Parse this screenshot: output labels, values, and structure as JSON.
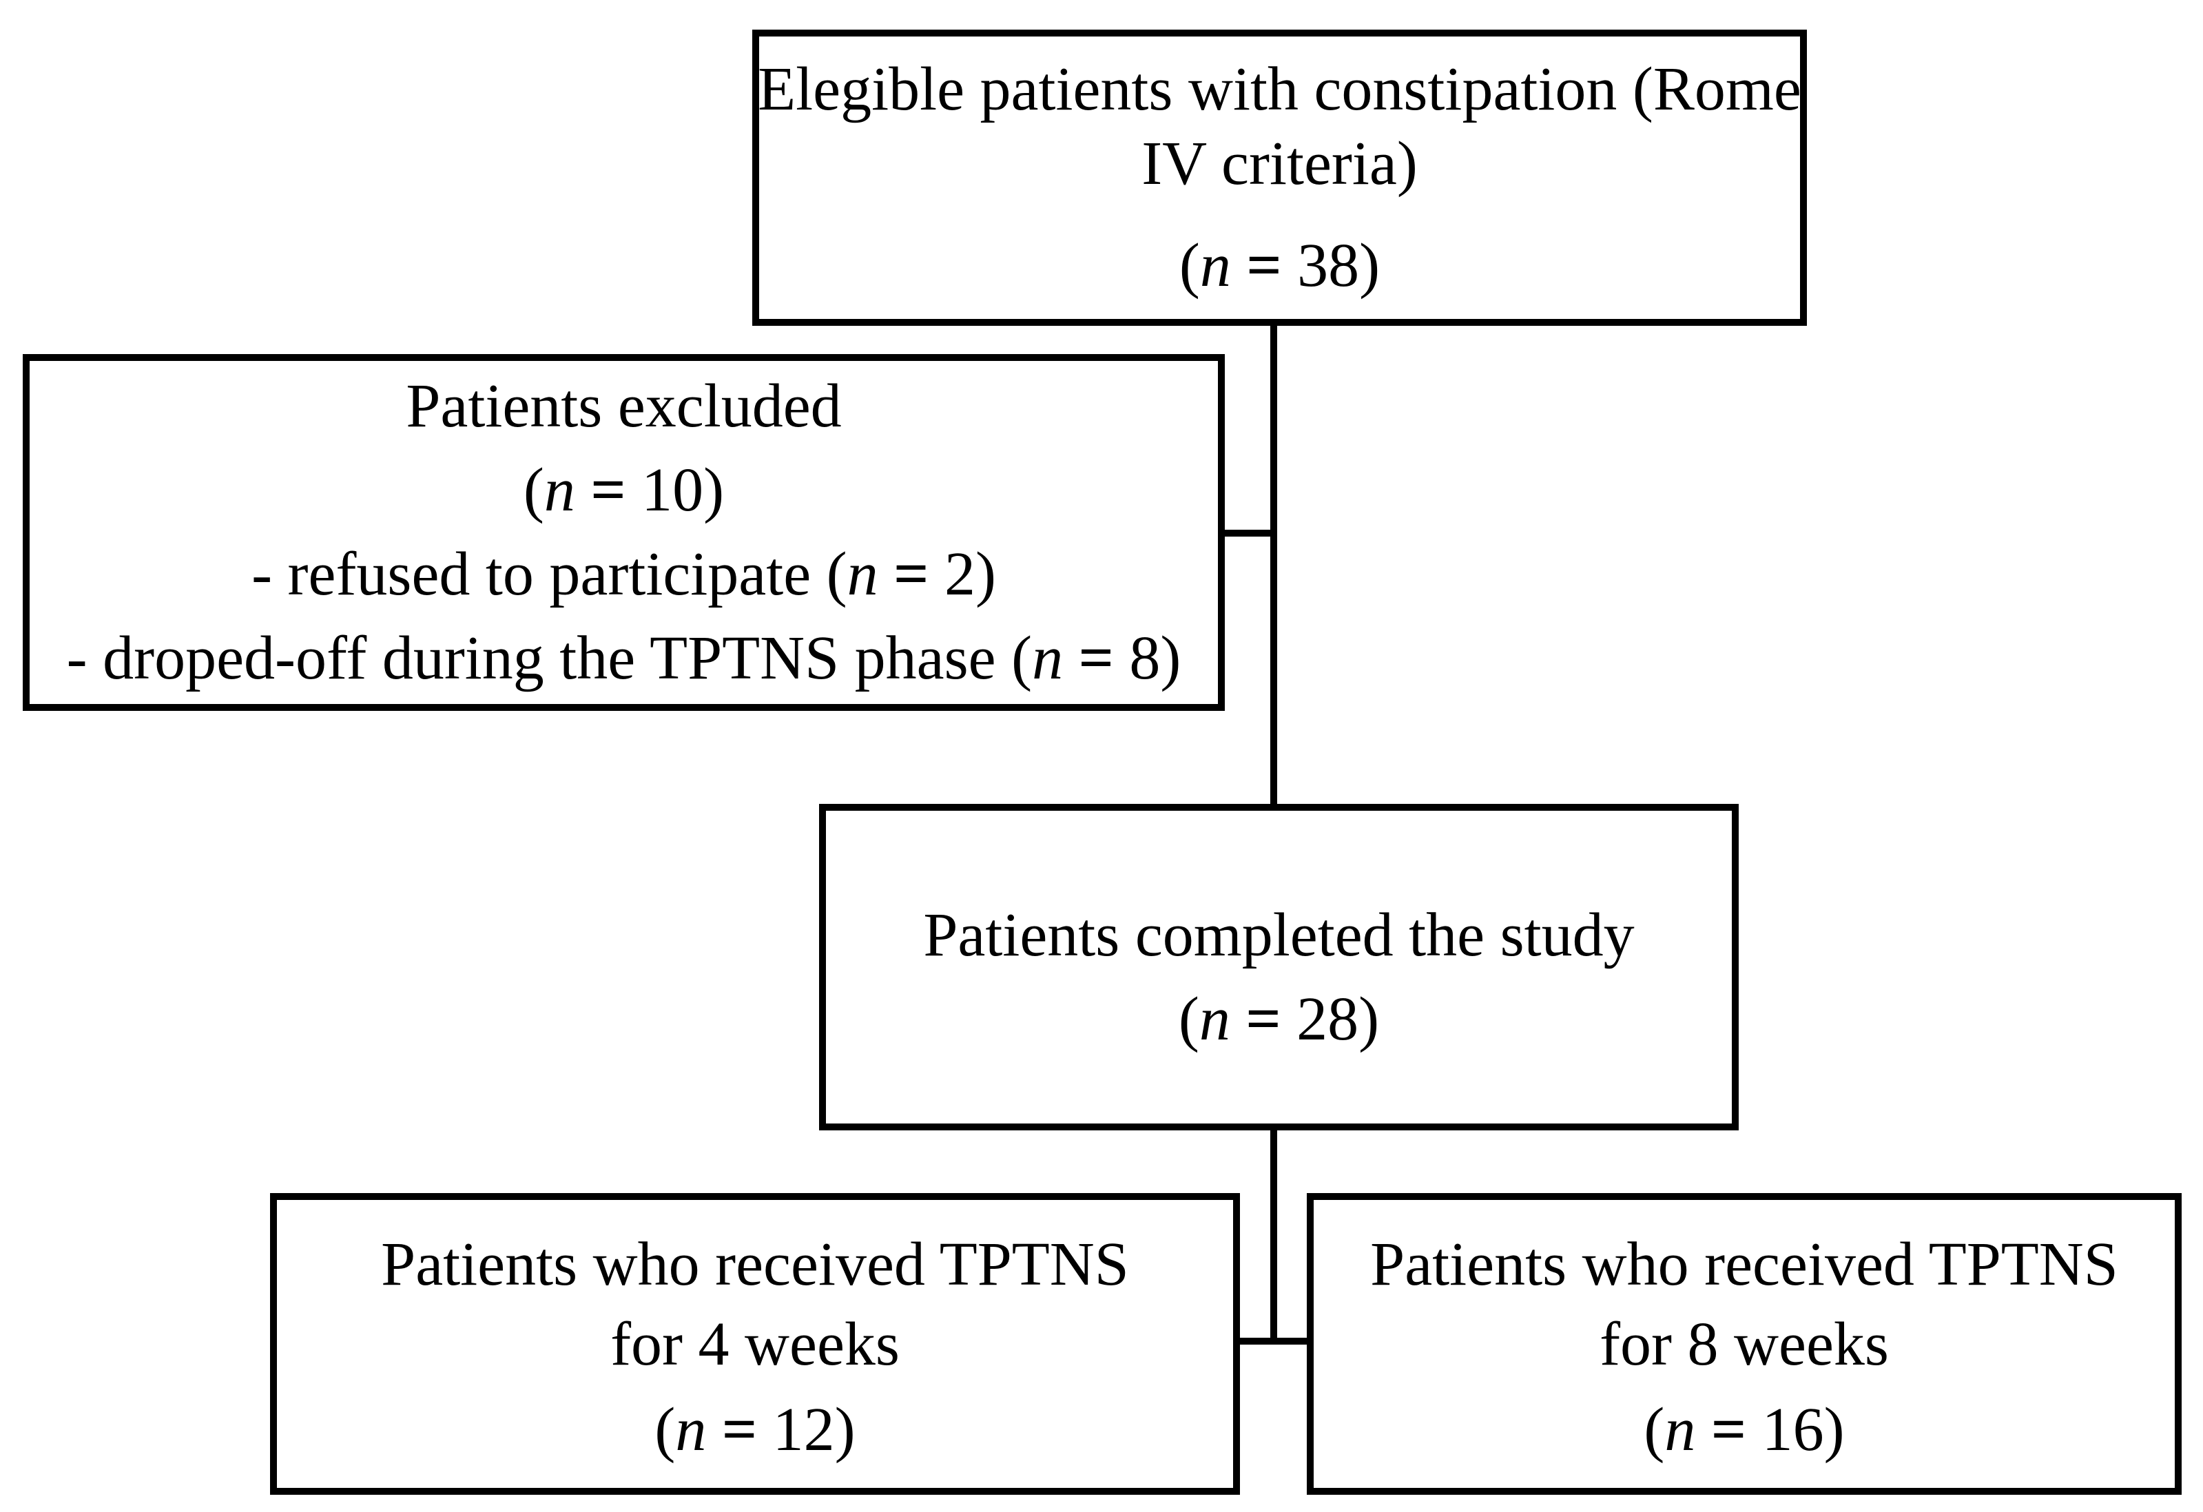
{
  "figure": {
    "type": "study-flow-diagram",
    "background_color": "#ffffff",
    "line_color": "#000000",
    "text_color": "#000000"
  },
  "boxes": {
    "eligible": {
      "title_line1": "Elegible patients with constipation (Rome",
      "title_line2": "IV criteria)",
      "n": {
        "open": "(",
        "var": "n",
        "eq": " = ",
        "close": "38)"
      }
    },
    "excluded": {
      "title": "Patients excluded",
      "n": {
        "open": "(",
        "var": "n",
        "eq": " = ",
        "close": "10)"
      },
      "reason1": {
        "pre": "- refused to participate (",
        "var": "n",
        "eq": " = ",
        "close": "2)"
      },
      "reason2": {
        "pre": "- droped-off during the TPTNS phase (",
        "var": "n",
        "eq": " = ",
        "close": "8)"
      }
    },
    "completed": {
      "title": "Patients completed the study",
      "n": {
        "open": "(",
        "var": "n",
        "eq": " = ",
        "close": "28)"
      }
    },
    "tptns_4w": {
      "title_line1": "Patients who received TPTNS",
      "title_line2": "for 4 weeks",
      "n": {
        "open": "(",
        "var": "n",
        "eq": " = ",
        "close": "12)"
      }
    },
    "tptns_8w": {
      "title_line1": "Patients who received TPTNS",
      "title_line2": "for 8 weeks",
      "n": {
        "open": "(",
        "var": "n",
        "eq": " = ",
        "close": "16)"
      }
    }
  }
}
